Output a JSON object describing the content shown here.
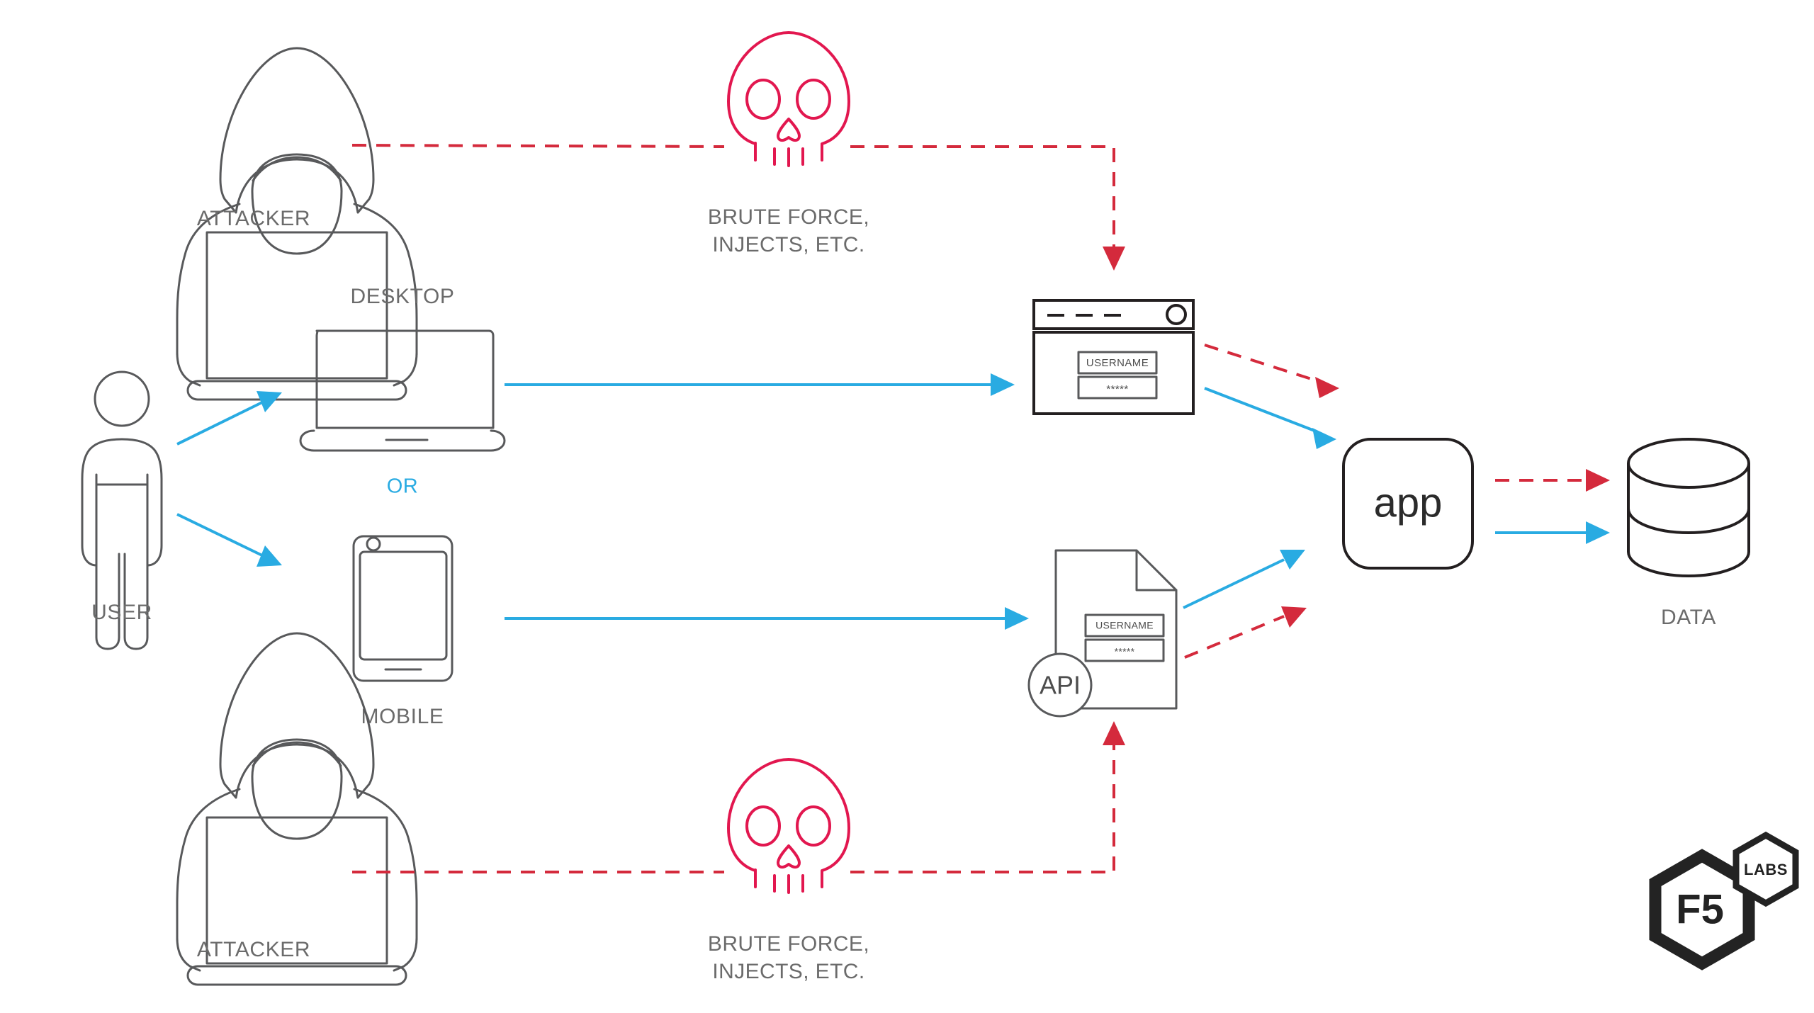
{
  "diagram": {
    "title": "Application and API attack flow",
    "background": "#ffffff",
    "colors": {
      "user_flow_blue": "#29abe2",
      "attack_red": "#d42a3c",
      "skull_red": "#e2174f",
      "icon_gray": "#58595b",
      "label_gray": "#6b6b6b",
      "dark_outline": "#231f20"
    }
  },
  "nodes": {
    "attacker_top": {
      "label": "ATTACKER",
      "icon": "hooded-attacker-icon"
    },
    "attacker_bottom": {
      "label": "ATTACKER",
      "icon": "hooded-attacker-icon"
    },
    "user": {
      "label": "USER",
      "icon": "person-icon"
    },
    "desktop": {
      "label": "DESKTOP",
      "icon": "laptop-icon"
    },
    "mobile": {
      "label": "MOBILE",
      "icon": "smartphone-icon"
    },
    "or_connector": {
      "label": "OR"
    },
    "web_app": {
      "icon": "browser-window-icon",
      "username_field": "USERNAME",
      "password_field": "*****"
    },
    "api_doc": {
      "icon": "api-document-icon",
      "badge": "API",
      "username_field": "USERNAME",
      "password_field": "*****"
    },
    "app": {
      "label": "app",
      "icon": "rounded-app-box-icon"
    },
    "data": {
      "label": "DATA",
      "icon": "database-cylinder-icon"
    }
  },
  "threats": {
    "top": {
      "icon": "skull-icon",
      "line1": "BRUTE FORCE,",
      "line2": "INJECTS, ETC."
    },
    "bottom": {
      "icon": "skull-icon",
      "line1": "BRUTE FORCE,",
      "line2": "INJECTS, ETC."
    }
  },
  "logo": {
    "primary": "F5",
    "secondary": "LABS"
  },
  "flows": [
    {
      "from": "user",
      "to": "desktop",
      "style": "solid-blue"
    },
    {
      "from": "user",
      "to": "mobile",
      "style": "solid-blue"
    },
    {
      "from": "desktop",
      "to": "web_app",
      "style": "solid-blue"
    },
    {
      "from": "mobile",
      "to": "api_doc",
      "style": "solid-blue"
    },
    {
      "from": "web_app",
      "to": "app",
      "style": "solid-blue"
    },
    {
      "from": "api_doc",
      "to": "app",
      "style": "solid-blue"
    },
    {
      "from": "app",
      "to": "data",
      "style": "solid-blue"
    },
    {
      "from": "attacker_top",
      "to": "web_app",
      "style": "dashed-red"
    },
    {
      "from": "attacker_bottom",
      "to": "api_doc",
      "style": "dashed-red"
    },
    {
      "from": "web_app",
      "to": "app",
      "style": "dashed-red"
    },
    {
      "from": "api_doc",
      "to": "app",
      "style": "dashed-red"
    },
    {
      "from": "app",
      "to": "data",
      "style": "dashed-red"
    }
  ]
}
